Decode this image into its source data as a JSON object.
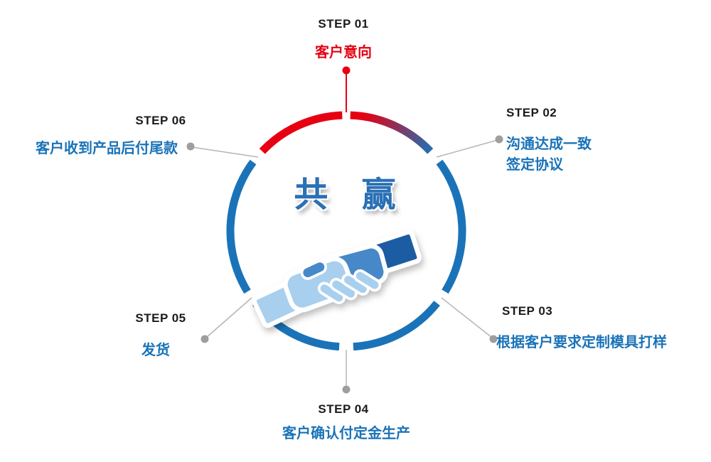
{
  "title": "共 赢",
  "colors": {
    "blue": "#1a73b8",
    "red": "#e60012",
    "dark": "#1b1b1b",
    "gray": "#9e9e9e",
    "handshake_light_blue": "#a9cfee",
    "handshake_mid_blue": "#4788c8",
    "handshake_navy": "#1c5ca3"
  },
  "steps": [
    {
      "label": "STEP 01",
      "title": "客户意向"
    },
    {
      "label": "STEP 02",
      "title": "沟通达成一致",
      "title_line2": "签定协议"
    },
    {
      "label": "STEP 03",
      "title": "根据客户要求定制模具打样"
    },
    {
      "label": "STEP 04",
      "title": "客户确认付定金生产"
    },
    {
      "label": "STEP 05",
      "title": "发货"
    },
    {
      "label": "STEP 06",
      "title": "客户收到产品后付尾款"
    }
  ]
}
